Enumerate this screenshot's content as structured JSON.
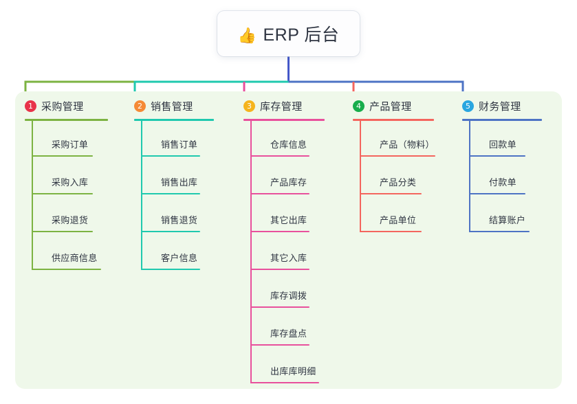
{
  "root": {
    "icon": "thumbs-up-icon",
    "icon_glyph": "👍",
    "title": "ERP 后台"
  },
  "palette": {
    "panel_bg": "#eff8ea",
    "card_bg": "#fdfdfe",
    "text": "#2f3542",
    "root_stem": "#4558c9"
  },
  "columns": [
    {
      "number": "1",
      "title": "采购管理",
      "badge_color": "#e8334a",
      "line_color": "#7cb342",
      "rule_width": 121,
      "items": [
        {
          "label": "采购订单",
          "rule_width": 89
        },
        {
          "label": "采购入库",
          "rule_width": 89
        },
        {
          "label": "采购退货",
          "rule_width": 89
        },
        {
          "label": "供应商信息",
          "rule_width": 101
        }
      ]
    },
    {
      "number": "2",
      "title": "销售管理",
      "badge_color": "#f58a36",
      "line_color": "#1fc9ae",
      "rule_width": 116,
      "items": [
        {
          "label": "销售订单",
          "rule_width": 86
        },
        {
          "label": "销售出库",
          "rule_width": 86
        },
        {
          "label": "销售退货",
          "rule_width": 86
        },
        {
          "label": "客户信息",
          "rule_width": 86
        }
      ]
    },
    {
      "number": "3",
      "title": "库存管理",
      "badge_color": "#f5b41d",
      "line_color": "#e8509c",
      "rule_width": 118,
      "items": [
        {
          "label": "仓库信息",
          "rule_width": 86
        },
        {
          "label": "产品库存",
          "rule_width": 86
        },
        {
          "label": "其它出库",
          "rule_width": 86
        },
        {
          "label": "其它入库",
          "rule_width": 86
        },
        {
          "label": "库存调拨",
          "rule_width": 86
        },
        {
          "label": "库存盘点",
          "rule_width": 86
        },
        {
          "label": "出库库明细",
          "rule_width": 100
        }
      ]
    },
    {
      "number": "4",
      "title": "产品管理",
      "badge_color": "#17ad4b",
      "line_color": "#f4655e",
      "rule_width": 118,
      "items": [
        {
          "label": "产品（物料）",
          "rule_width": 110
        },
        {
          "label": "产品分类",
          "rule_width": 90
        },
        {
          "label": "产品单位",
          "rule_width": 90
        }
      ]
    },
    {
      "number": "5",
      "title": "财务管理",
      "badge_color": "#29a6e0",
      "line_color": "#4d73c4",
      "rule_width": 116,
      "items": [
        {
          "label": "回款单",
          "rule_width": 82
        },
        {
          "label": "付款单",
          "rule_width": 82
        },
        {
          "label": "结算账户",
          "rule_width": 88
        }
      ]
    }
  ]
}
